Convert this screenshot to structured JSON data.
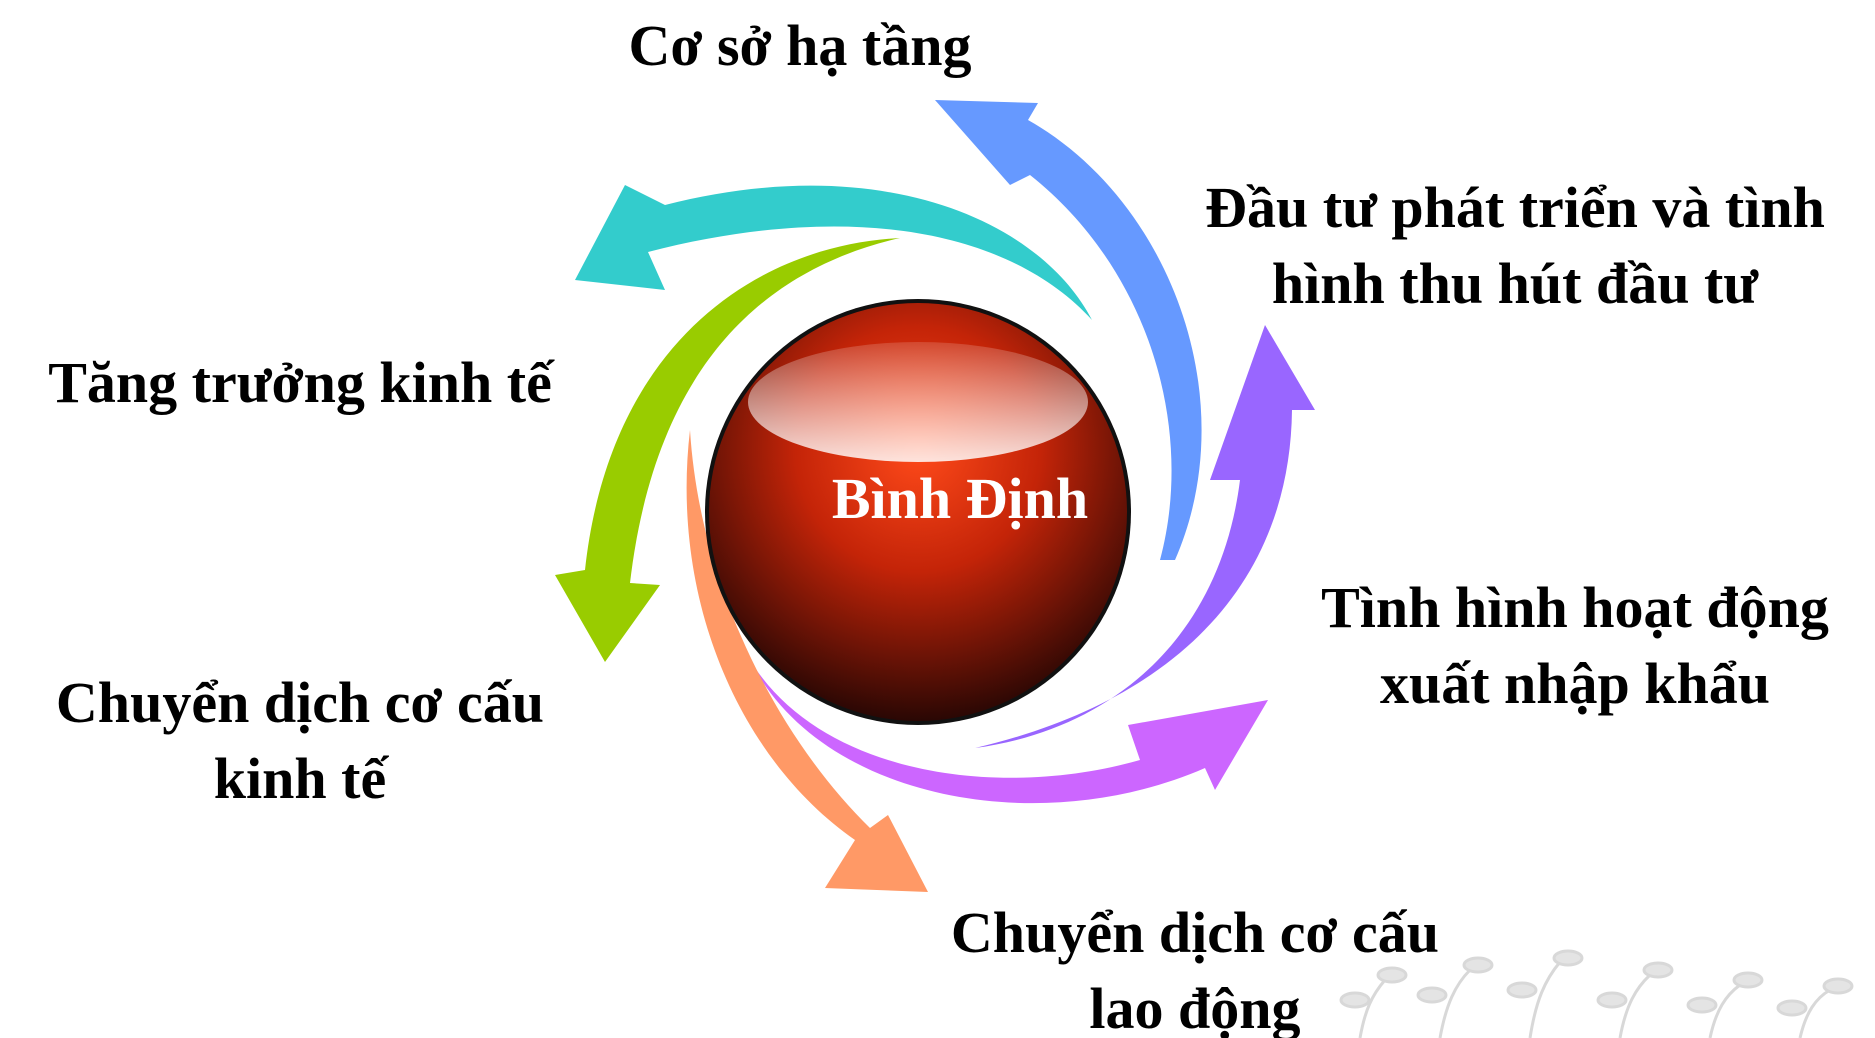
{
  "center": {
    "label": "Bình Định"
  },
  "nodes": [
    {
      "id": "co-so-ha-tang",
      "lines": [
        "Cơ sở hạ tầng"
      ]
    },
    {
      "id": "dau-tu",
      "lines": [
        "Đầu tư phát triển và tình",
        "hình thu hút đầu tư"
      ]
    },
    {
      "id": "xuat-nhap-khau",
      "lines": [
        "Tình hình hoạt động",
        "xuất nhập khẩu"
      ]
    },
    {
      "id": "co-cau-lao-dong",
      "lines": [
        "Chuyển dịch cơ cấu",
        "lao động"
      ]
    },
    {
      "id": "co-cau-kinh-te",
      "lines": [
        "Chuyển dịch cơ cấu",
        "kinh tế"
      ]
    },
    {
      "id": "tang-truong",
      "lines": [
        "Tăng trưởng kinh tế"
      ]
    }
  ],
  "colors": {
    "arrow_blue": "#6699ff",
    "arrow_purple": "#9966ff",
    "arrow_magenta": "#cc66ff",
    "arrow_orange": "#ff9966",
    "arrow_green": "#99cc00",
    "arrow_teal": "#33cccc",
    "sphere_top": "#ff3b10",
    "sphere_bottom": "#3a0a06",
    "text": "#000000",
    "center_text": "#ffffff"
  }
}
